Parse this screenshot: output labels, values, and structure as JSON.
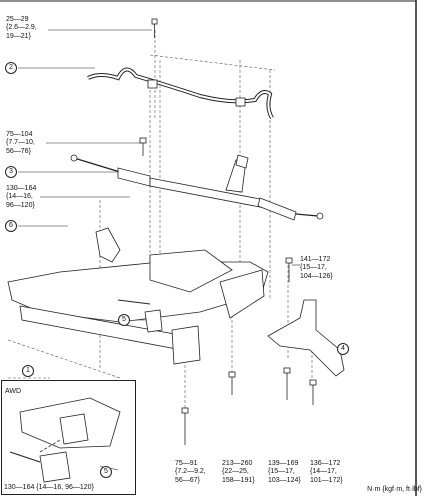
{
  "torques": {
    "t1": "25—29\n{2.6—2.9,\n19—21}",
    "t2": "75—104\n{7.7—10,\n56—76}",
    "t3": "130—164\n{14—16,\n96—120}",
    "t4": "141—172\n{15—17,\n104—126}",
    "t5": "75—91\n{7.2—9.2,\n56—67}",
    "t6": "213—260\n{22—25,\n158—191}",
    "t7": "139—169\n{15—17,\n103—124}",
    "t8": "136—172\n{14—17,\n101—172}",
    "t_awd": "130—164 {14—16, 96—120}"
  },
  "callouts": {
    "c1": "1",
    "c2": "2",
    "c3": "3",
    "c4": "4",
    "c5": "5",
    "c6": "6",
    "c5_awd": "5"
  },
  "awd_title": "AWD",
  "units_label": "N·m {kgf·m, ft·lbf}"
}
